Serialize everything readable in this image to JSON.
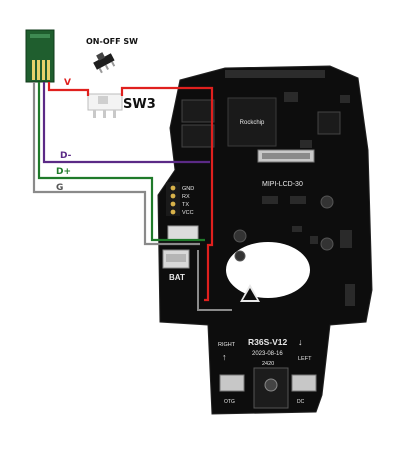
{
  "switch_caption": "ON-OFF SW",
  "switch_ref": "SW3",
  "wire_labels": {
    "v": "V",
    "dminus": "D-",
    "dplus": "D+",
    "gnd": "G"
  },
  "header_pins": [
    "GND",
    "RX",
    "TX",
    "VCC"
  ],
  "bat_label": "BAT",
  "lcd_label": "MIPI-LCD-30",
  "board_model": "R36S-V12",
  "board_date": "2023-08-16",
  "board_code": "2420",
  "btn_right": "RIGHT",
  "btn_left": "LEFT",
  "port_otg": "OTG",
  "port_dc": "DC",
  "colors": {
    "pcb": "#0d0d0d",
    "wire_red": "#e0201e",
    "wire_purple": "#5b2a86",
    "wire_green": "#1f7a2a",
    "wire_gray": "#8a8a8a",
    "module_green": "#1f5e2e"
  }
}
